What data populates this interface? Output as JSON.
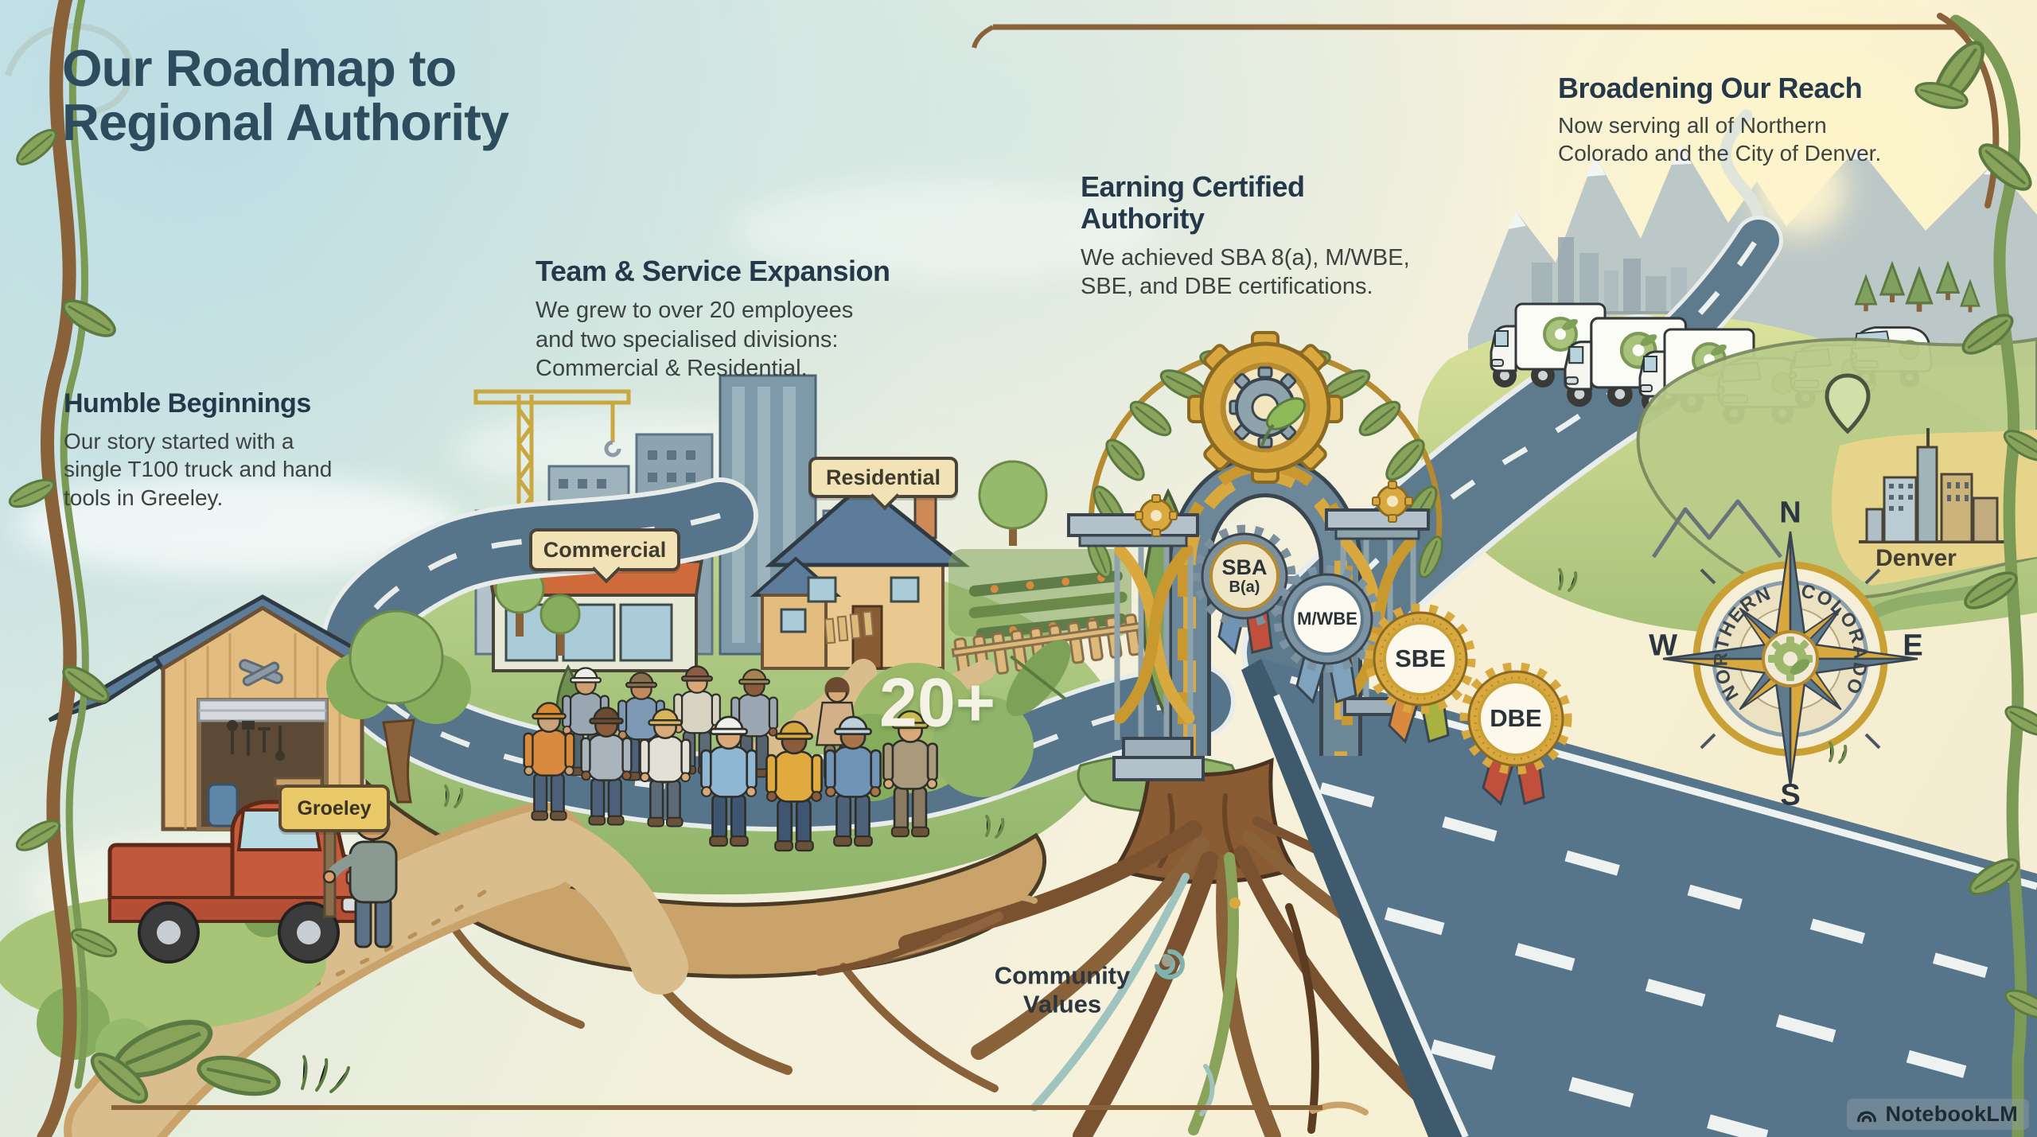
{
  "title": {
    "line1": "Our Roadmap to",
    "line2": "Regional Authority"
  },
  "sections": {
    "humble": {
      "heading": "Humble Beginnings",
      "body": "Our story started with a single T100 truck and hand tools in Greeley."
    },
    "team": {
      "heading": "Team & Service Expansion",
      "body": "We grew to over 20 employees and two specialised divisions: Commercial & Residential."
    },
    "certified": {
      "heading": "Earning Certified Authority",
      "body": "We achieved SBA 8(a), M/WBE, SBE, and DBE certifications."
    },
    "broadening": {
      "heading": "Broadening Our Reach",
      "body": "Now serving all of Northern Colorado and the City of Denver."
    }
  },
  "labels": {
    "commercial": "Commercial",
    "residential": "Residential",
    "town_sign": "Groeley",
    "employee_count": "20+",
    "community_line1": "Community",
    "community_line2": "Values",
    "denver": "Denver"
  },
  "badges": [
    {
      "label": "SBA",
      "sublabel": "B(a)"
    },
    {
      "label": "M/WBE"
    },
    {
      "label": "SBE"
    },
    {
      "label": "DBE"
    }
  ],
  "compass": {
    "north": "N",
    "east": "E",
    "south": "S",
    "west": "W",
    "ring_left": "NORTHERN",
    "ring_right": "COLORADO"
  },
  "watermark": "NotebookLM",
  "colors": {
    "heading": "#2d4c5e",
    "body_text": "#3c4340",
    "road": "#56748a",
    "gold": "#d9a93f",
    "grass": "#9cb96a",
    "sign_bg": "#f2e3b6"
  }
}
